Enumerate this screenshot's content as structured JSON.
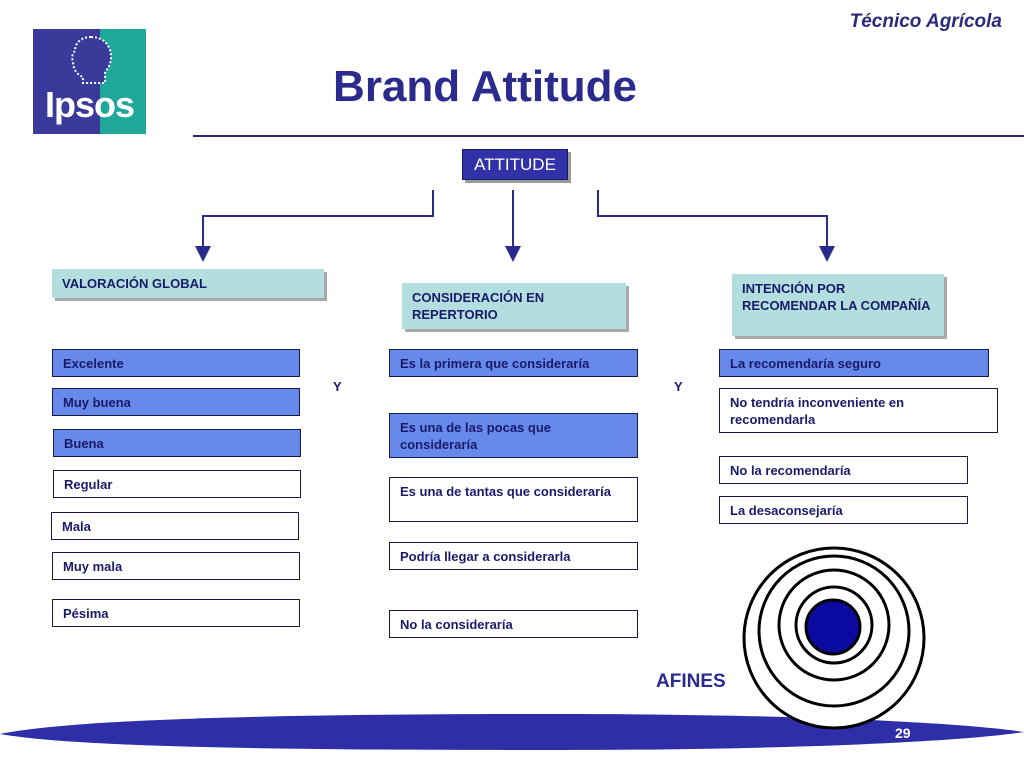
{
  "header": {
    "subtitle": "Técnico Agrícola",
    "title": "Brand Attitude",
    "logo_text": "Ipsos"
  },
  "diagram": {
    "root": "ATTITUDE",
    "columns": [
      {
        "heading": "VALORACIÓN GLOBAL",
        "options": [
          {
            "label": "Excelente",
            "highlighted": true
          },
          {
            "label": "Muy buena",
            "highlighted": true
          },
          {
            "label": "Buena",
            "highlighted": true
          },
          {
            "label": "Regular",
            "highlighted": false
          },
          {
            "label": "Mala",
            "highlighted": false
          },
          {
            "label": "Muy mala",
            "highlighted": false
          },
          {
            "label": "Pésima",
            "highlighted": false
          }
        ]
      },
      {
        "heading": "CONSIDERACIÓN EN REPERTORIO",
        "options": [
          {
            "label": "Es la primera que consideraría",
            "highlighted": true
          },
          {
            "label": "Es una de las pocas que consideraría",
            "highlighted": true
          },
          {
            "label": "Es una de tantas que consideraría",
            "highlighted": false
          },
          {
            "label": "Podría llegar a considerarla",
            "highlighted": false
          },
          {
            "label": "No la consideraría",
            "highlighted": false
          }
        ]
      },
      {
        "heading": "INTENCIÓN POR RECOMENDAR LA COMPAÑÍA",
        "options": [
          {
            "label": "La recomendaría seguro",
            "highlighted": true
          },
          {
            "label": "No tendría inconveniente en recomendarla",
            "highlighted": false
          },
          {
            "label": "No la recomendaría",
            "highlighted": false
          },
          {
            "label": "La desaconsejaría",
            "highlighted": false
          }
        ]
      }
    ],
    "connectors": [
      "Y",
      "Y"
    ],
    "target_label": "AFINES"
  },
  "footer": {
    "page_number": "29"
  },
  "colors": {
    "navy": "#2b2b8e",
    "highlight_fill": "#6689ea",
    "heading_fill": "#b2dede",
    "root_fill": "#3232a8"
  }
}
